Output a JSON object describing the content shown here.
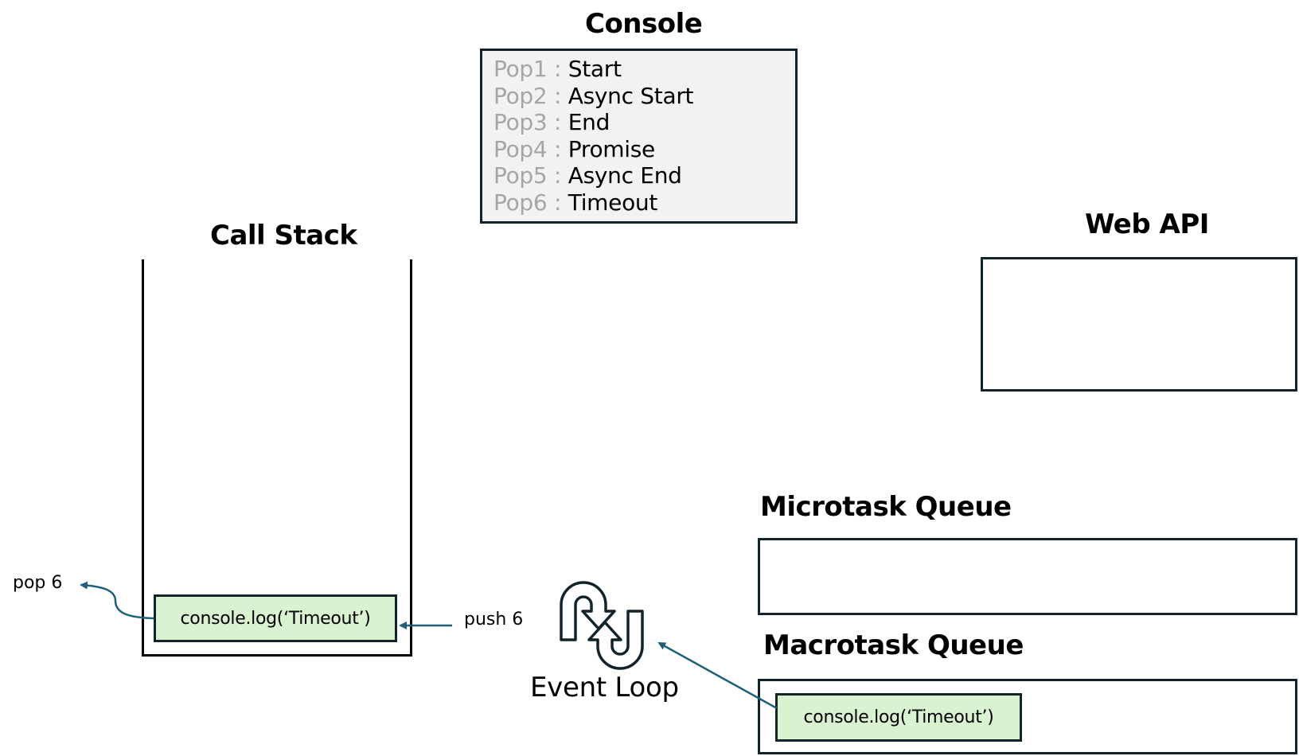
{
  "console": {
    "title": "Console",
    "lines": [
      {
        "pop": "Pop1 :",
        "value": "Start"
      },
      {
        "pop": "Pop2 :",
        "value": "Async Start"
      },
      {
        "pop": "Pop3 :",
        "value": "End"
      },
      {
        "pop": "Pop4 :",
        "value": "Promise"
      },
      {
        "pop": "Pop5 :",
        "value": "Async End"
      },
      {
        "pop": "Pop6 :",
        "value": "Timeout"
      }
    ]
  },
  "call_stack": {
    "title": "Call Stack",
    "item": "console.log(‘Timeout’)"
  },
  "web_api": {
    "title": "Web API"
  },
  "microtask_queue": {
    "title": "Microtask Queue"
  },
  "macrotask_queue": {
    "title": "Macrotask Queue",
    "item": "console.log(‘Timeout’)"
  },
  "event_loop": {
    "label": "Event Loop",
    "icon": "event-loop-icon"
  },
  "arrows": {
    "pop_label": "pop 6",
    "push_label": "push 6"
  },
  "colors": {
    "task_fill": "#d9f2d0",
    "box_border": "#13232b",
    "arrow": "#1f5f7a",
    "console_bg": "#f2f2f2",
    "pop_text": "#a6a6a6"
  }
}
